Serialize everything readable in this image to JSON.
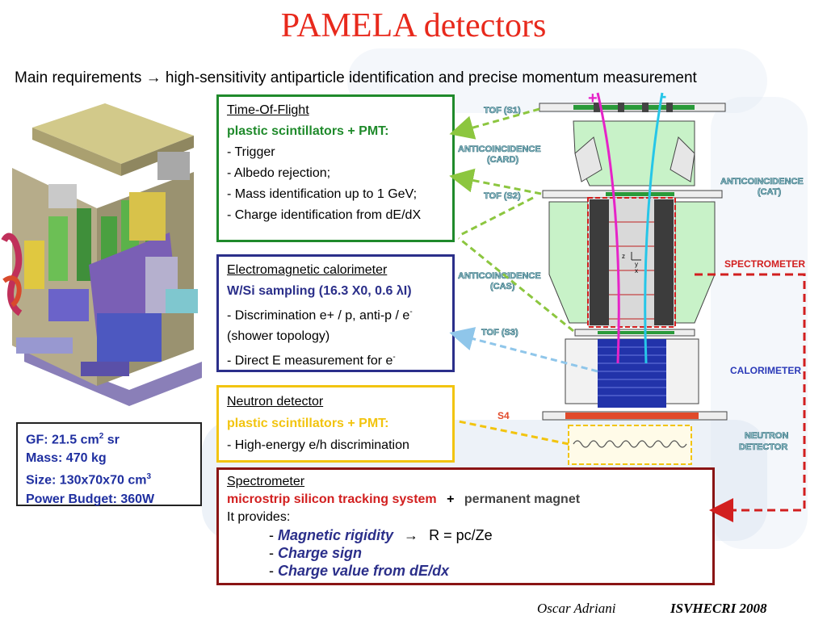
{
  "title": "PAMELA detectors",
  "subtitle": "Main requirements → high-sensitivity antiparticle identification and precise momentum measurement",
  "tof_box": {
    "heading": "Time-Of-Flight",
    "subheading": "plastic scintillators + PMT:",
    "items": [
      "- Trigger",
      "- Albedo rejection;",
      "- Mass identification up to 1 GeV;",
      "- Charge identification from dE/dX"
    ]
  },
  "calo_box": {
    "heading": "Electromagnetic calorimeter",
    "subheading": "W/Si sampling (16.3 X0, 0.6 λI)",
    "items": [
      "- Discrimination e+ / p,  anti-p / e",
      " (shower topology)",
      "- Direct E measurement for e"
    ],
    "sup": "-"
  },
  "neutron_box": {
    "heading": "Neutron detector",
    "subheading": "plastic scintillators + PMT:",
    "items": [
      "- High-energy e/h discrimination"
    ]
  },
  "spec_box": {
    "heading": "Spectrometer",
    "sub_red": "microstrip silicon tracking system",
    "plus": "+",
    "sub_magnet": "permanent magnet",
    "provides": "It provides:",
    "items": [
      {
        "dash": "-",
        "text": "Magnetic rigidity",
        "arrow": "→",
        "formula": "R = pc/Ze"
      },
      {
        "dash": "-",
        "text": "Charge sign"
      },
      {
        "dash": "-",
        "text": "Charge value from dE/dx"
      }
    ]
  },
  "specs_box": {
    "gf": "GF: 21.5 cm",
    "gf_sup": "2",
    "gf_unit": " sr",
    "mass": "Mass: 470 kg",
    "size": "Size: 130x70x70 cm",
    "size_sup": "3",
    "power": "Power Budget: 360W"
  },
  "diagram_labels": {
    "tof_s1": "TOF (S1)",
    "card_1": "ANTICOINCIDENCE",
    "card_2": "(CARD)",
    "tof_s2": "TOF (S2)",
    "cat_1": "ANTICOINCIDENCE",
    "cat_2": "(CAT)",
    "spectrometer": "SPECTROMETER",
    "cas_1": "ANTICOINCIDENCE",
    "cas_2": "(CAS)",
    "tof_s3": "TOF (S3)",
    "calorimeter": "CALORIMETER",
    "s4": "S4",
    "neutron_1": "NEUTRON",
    "neutron_2": "DETECTOR",
    "plus_sign": "+",
    "minus_sign": "-",
    "axis_z": "z",
    "axis_y": "y",
    "axis_x": "x"
  },
  "footer": {
    "author": "Oscar Adriani",
    "conference": "ISVHECRI 2008"
  },
  "colors": {
    "title_red": "#e8291c",
    "tof_border": "#1f8a2b",
    "calo_border": "#2b2f8a",
    "neutron_border": "#f2c40f",
    "spec_border": "#8a1414",
    "specs_text": "#1f2fa0",
    "label_fill": "#9ac7d0"
  }
}
